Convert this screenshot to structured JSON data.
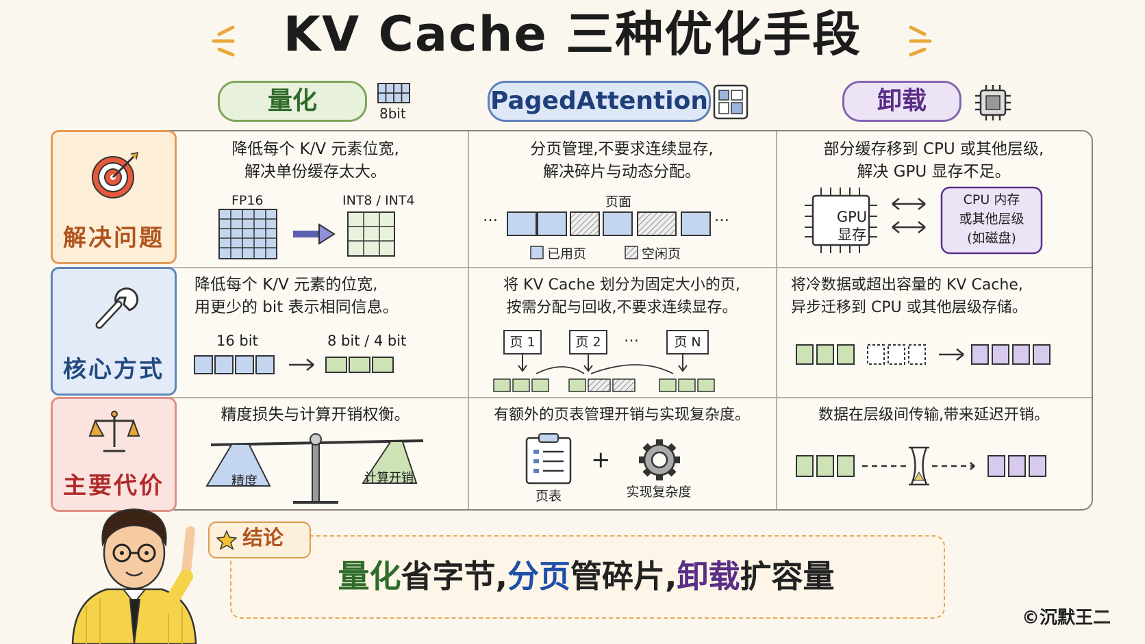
{
  "title": "KV Cache 三种优化手段",
  "columns": [
    {
      "label": "量化",
      "icon": "grid-8bit-icon",
      "icon_caption": "8bit",
      "color": "#2f6b2a",
      "fill": "#e7f1dc",
      "border": "#7fa65c"
    },
    {
      "label": "PagedAttention",
      "icon": "page-layout-icon",
      "color": "#1f3f7a",
      "fill": "#dde7f6",
      "border": "#5f7fb8"
    },
    {
      "label": "卸载",
      "icon": "cpu-chip-icon",
      "color": "#5a2e86",
      "fill": "#ece4f6",
      "border": "#8464b2"
    }
  ],
  "rows": [
    {
      "label": "解决问题",
      "icon": "target-icon",
      "color": "#b0541c",
      "fill": "#fdeed8",
      "border": "#e29a56"
    },
    {
      "label": "核心方式",
      "icon": "wrench-icon",
      "color": "#234a80",
      "fill": "#e2ebf7",
      "border": "#5f85b8"
    },
    {
      "label": "主要代价",
      "icon": "scale-icon",
      "color": "#b02a2a",
      "fill": "#fbe3df",
      "border": "#df8f86"
    }
  ],
  "cells": {
    "r1c1": {
      "desc": [
        "降低每个 K/V 元素位宽,",
        "解决单份缓存太大。"
      ],
      "left_label": "FP16",
      "right_label": "INT8 / INT4"
    },
    "r1c2": {
      "desc": [
        "分页管理,不要求连续显存,",
        "解决碎片与动态分配。"
      ],
      "top_label": "页面",
      "ellipsis": "…",
      "legend_used": "已用页",
      "legend_free": "空闲页"
    },
    "r1c3": {
      "desc": [
        "部分缓存移到 CPU 或其他层级,",
        "解决 GPU 显存不足。"
      ],
      "gpu_label": [
        "GPU",
        "显存"
      ],
      "cpu_label": [
        "CPU 内存",
        "或其他层级",
        "(如磁盘)"
      ]
    },
    "r2c1": {
      "desc": [
        "降低每个 K/V 元素的位宽,",
        "用更少的 bit 表示相同信息。"
      ],
      "left_label": "16 bit",
      "right_label": "8 bit / 4 bit"
    },
    "r2c2": {
      "desc": [
        "将 KV Cache 划分为固定大小的页,",
        "按需分配与回收,不要求连续显存。"
      ],
      "pages": [
        "页 1",
        "页 2",
        "…",
        "页 N"
      ]
    },
    "r2c3": {
      "desc": [
        "将冷数据或超出容量的 KV Cache,",
        "异步迁移到 CPU 或其他层级存储。"
      ]
    },
    "r3c1": {
      "desc": [
        "精度损失与计算开销权衡。"
      ],
      "left_pan": "精度",
      "right_pan": "计算开销"
    },
    "r3c2": {
      "desc": [
        "有额外的页表管理开销与实现复杂度。"
      ],
      "left_caption": "页表",
      "plus": "+",
      "right_caption": "实现复杂度"
    },
    "r3c3": {
      "desc": [
        "数据在层级间传输,带来延迟开销。"
      ]
    }
  },
  "conclusion": {
    "tag": "结论",
    "parts": [
      {
        "text": "量化",
        "color": "#2f6b2a"
      },
      {
        "text": "省字节,",
        "color": "#222222"
      },
      {
        "text": "分页",
        "color": "#1f4fa8"
      },
      {
        "text": "管碎片,",
        "color": "#222222"
      },
      {
        "text": "卸载",
        "color": "#5a2e86"
      },
      {
        "text": "扩容量",
        "color": "#222222"
      }
    ]
  },
  "copyright": "©沉默王二",
  "palette": {
    "green": "#cde3b5",
    "blue": "#c4d6ef",
    "purple": "#d8c9ee",
    "accent": "#e8a838"
  }
}
